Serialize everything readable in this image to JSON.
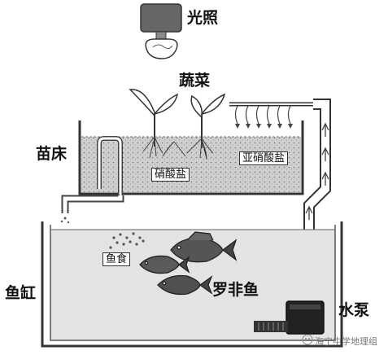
{
  "labels": {
    "light": "光照",
    "vegetables": "蔬菜",
    "seedbed": "苗床",
    "nitrate": "硝酸盐",
    "nitrite": "亚硝酸盐",
    "fish_food": "鱼食",
    "tilapia": "罗非鱼",
    "tank": "鱼缸",
    "pump": "水泵"
  },
  "watermark": "海宁中学地理组"
}
